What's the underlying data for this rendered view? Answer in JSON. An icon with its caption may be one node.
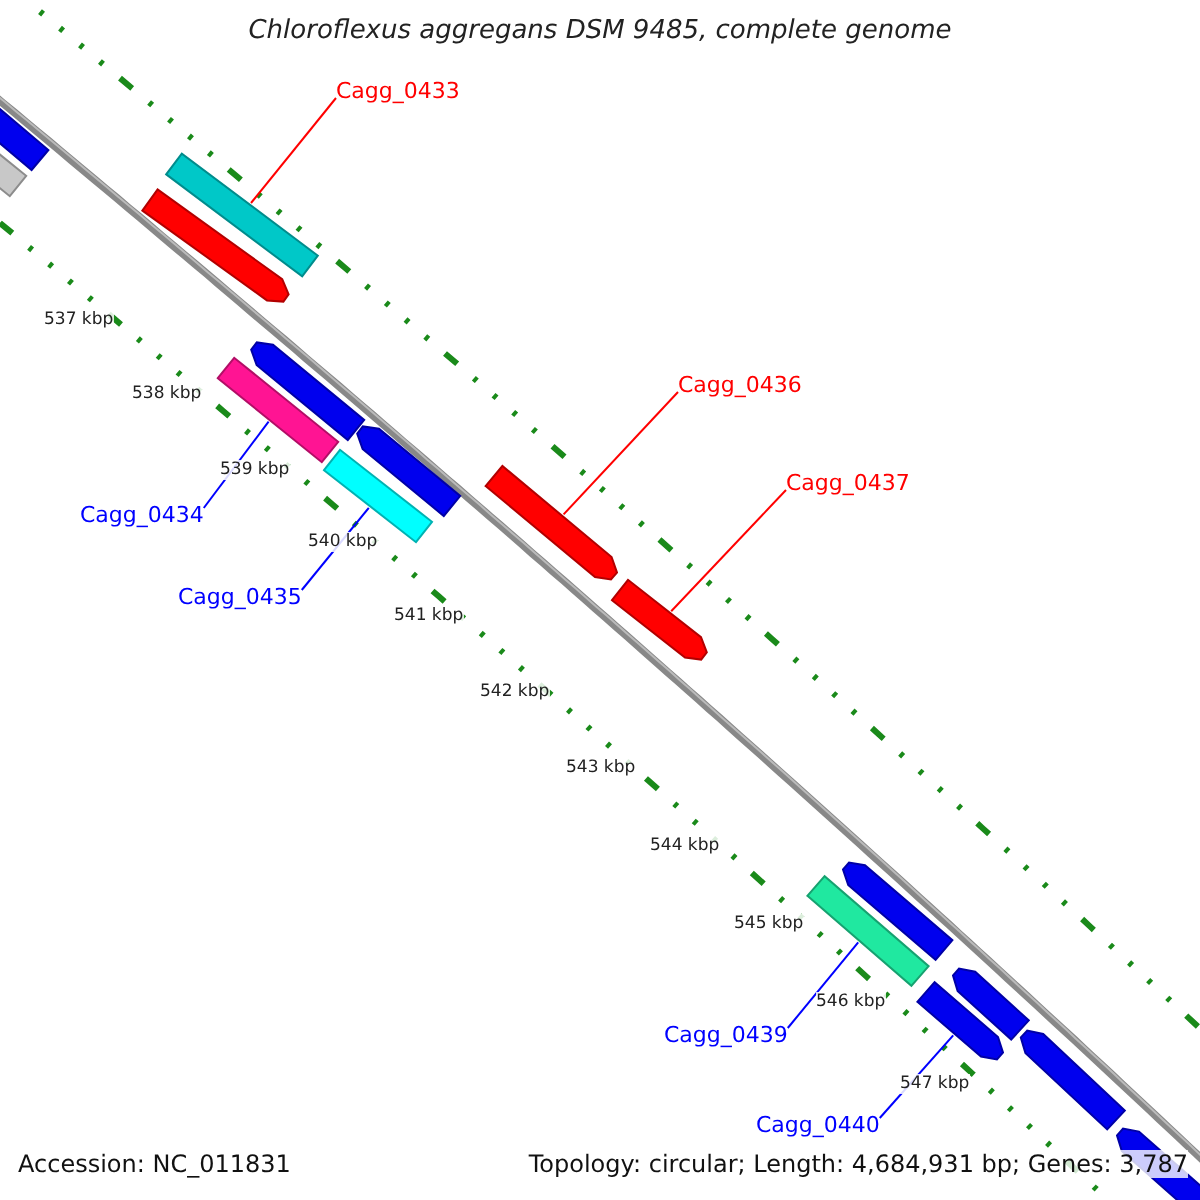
{
  "diagram": {
    "title": "Chloroflexus aggregans DSM 9485, complete genome",
    "nodes": [
      {
        "text": [
          "Cagg_0433"
        ]
      },
      {
        "text": [
          "Cagg_0436"
        ]
      },
      {
        "text": [
          "Cagg_0437"
        ]
      },
      {
        "text": [
          "Cagg_0434"
        ]
      },
      {
        "text": [
          "Cagg_0435"
        ]
      },
      {
        "text": [
          "Cagg_0439"
        ]
      },
      {
        "text": [
          "Cagg_0440"
        ]
      },
      {
        "text": [],
        "shape": "bar"
      },
      {
        "text": [],
        "shape": "bar"
      },
      {
        "text": [],
        "shape": "bar"
      },
      {
        "text": [],
        "shape": "bar"
      },
      {
        "text": [],
        "shape": "bar"
      },
      {
        "text": [],
        "shape": "bar"
      },
      {
        "text": [],
        "shape": "bar"
      },
      {
        "text": [],
        "shape": "bar"
      },
      {
        "text": [],
        "shape": "bar"
      },
      {
        "text": [],
        "shape": "bar"
      },
      {
        "text": [],
        "shape": "bar"
      },
      {
        "text": [],
        "shape": "bar"
      },
      {
        "text": [],
        "shape": "bar"
      },
      {
        "text": [],
        "shape": "bar"
      },
      {
        "text": [],
        "shape": "bar"
      },
      {
        "text": [],
        "shape": "bar"
      }
    ],
    "edges": [
      {
        "from": 0,
        "to": 9,
        "arrow": "none",
        "color": "#ff0000"
      },
      {
        "from": 1,
        "to": 15,
        "arrow": "none",
        "color": "#ff0000"
      },
      {
        "from": 2,
        "to": 16,
        "arrow": "none",
        "color": "#ff0000"
      },
      {
        "from": 3,
        "to": 12,
        "arrow": "none"
      },
      {
        "from": 4,
        "to": 14,
        "arrow": "none"
      },
      {
        "from": 5,
        "to": 18,
        "arrow": "none"
      },
      {
        "from": 6,
        "to": 20,
        "arrow": "none"
      }
    ],
    "labels": [
      "537 kbp",
      "538 kbp",
      "539 kbp",
      "540 kbp",
      "541 kbp",
      "542 kbp",
      "543 kbp",
      "544 kbp",
      "545 kbp",
      "546 kbp",
      "547 kbp",
      "Accession: NC_011831",
      "Topology: circular; Length: 4,684,931 bp; Genes: 3,787"
    ]
  }
}
